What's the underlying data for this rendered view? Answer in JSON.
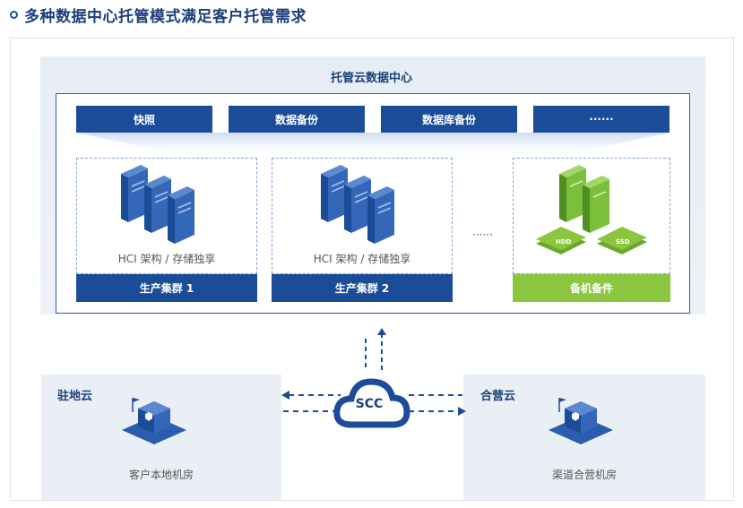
{
  "title": "多种数据中心托管模式满足客户托管需求",
  "datacenter": {
    "title": "托管云数据中心",
    "services": [
      "快照",
      "数据备份",
      "数据库备份",
      "······"
    ],
    "clusters": [
      {
        "caption": "HCI 架构 / 存储独享",
        "label": "生产集群 1"
      },
      {
        "caption": "HCI 架构 / 存储独享",
        "label": "生产集群 2"
      }
    ],
    "ellipsis": "······",
    "spare": {
      "label": "备机备件",
      "hdd": "HDD",
      "ssd": "SSD"
    }
  },
  "scc": "SCC",
  "left_site": {
    "label": "驻地云",
    "caption": "客户本地机房"
  },
  "right_site": {
    "label": "合营云",
    "caption": "渠道合营机房"
  },
  "colors": {
    "primary": "#1a4c98",
    "green": "#8cc63f",
    "title": "#1b3f7a"
  }
}
